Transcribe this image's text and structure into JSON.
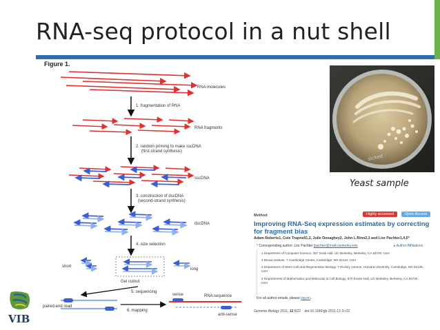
{
  "slide": {
    "title": "RNA-seq protocol in a nut shell",
    "accent_blue": "#2e6db0",
    "accent_green": "#6bb24a"
  },
  "figure": {
    "title": "Figure 1.",
    "labels": {
      "rna_molecules": "RNA molecules",
      "rna_fragments": "RNA fragments",
      "sscdna": "sscDNA",
      "dscdna": "dscDNA",
      "short": "short",
      "long": "long",
      "gel_cutout": "Gel cutout",
      "paired_end": "paired-end read",
      "sense": "sense",
      "anti_sense": "anti-sense",
      "rna_sequence": "RNA sequence"
    },
    "steps": [
      "1. fragmentation of RNA",
      "2. random priming to make sscDNA",
      "(first-strand synthesis)",
      "3. construction of dscDNA",
      "(second-strand synthesis)",
      "4. size selection",
      "5. sequencing",
      "6. mapping"
    ],
    "colors": {
      "rna": "#e03030",
      "dna": "#3a5fd0",
      "dna_light": "#8fb0e8"
    }
  },
  "photo": {
    "caption": "Yeast sample",
    "plate_text": "sicked"
  },
  "paper": {
    "section": "Method",
    "badge_highly": "Highly accessed",
    "badge_open": "Open Access",
    "title": "Improving RNA-Seq expression estimates by correcting for fragment bias",
    "authors": "Adam Roberts1, Cole Trapnell1,2, Julie Donaghey2, John L Rinn2,3 and Lior Pachter1,4,5*",
    "corr_label": "* Corresponding author: Lior Pachter",
    "corr_email": "lpachter@math.berkeley.edu",
    "aff_link": "Author Affiliations",
    "affiliations": [
      "1 Department of Computer Science, 387 Soda Hall, UC Berkeley, Berkeley, CA 94720, USA",
      "2 Broad Institute, 7 Cambridge Center, Cambridge, MA 02142, USA",
      "3 Department of Stem Cell and Regenerative Biology, 7 Divinity Avenue, Harvard University, Cambridge, MA 02138, USA",
      "4 Departments of Mathematics and Molecular & Cell Biology, 970 Evans Hall, UC Berkeley, Berkeley, CA 94720, USA"
    ],
    "all_authors_pre": "For all author emails, please",
    "all_authors_link": "log on",
    "journal_name": "Genome Biology",
    "journal_year": "2011,",
    "journal_vol": "12",
    "journal_issue": ":R22",
    "doi": "doi:10.1186/gb-2011-12-3-r22"
  },
  "logo": {
    "text": "VIB"
  }
}
